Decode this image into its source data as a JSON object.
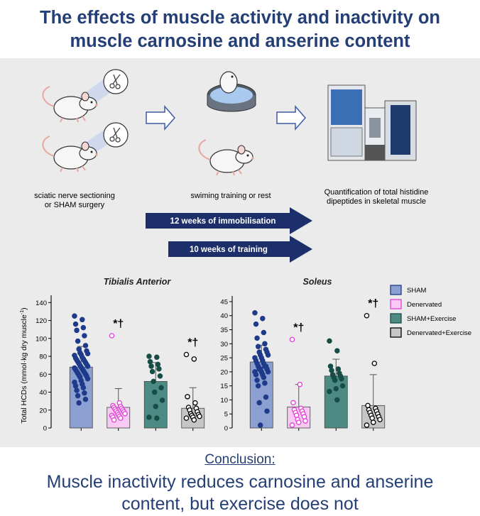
{
  "title": {
    "line1": "The effects of muscle activity and inactivity on",
    "line2": "muscle carnosine and anserine content"
  },
  "workflow": {
    "step1_line1": "sciatic nerve sectioning",
    "step1_line2": "or SHAM surgery",
    "step2": "swiming training or rest",
    "step3_line1": "Quantification of total histidine",
    "step3_line2": "dipeptides in skeletal muscle",
    "arrow1": "12 weeks of immobilisation",
    "arrow2": "10 weeks of training",
    "icons": [
      "rat-icon",
      "scissors-icon",
      "swimming-rat-icon",
      "chromatography-instrument-icon",
      "arrow-right-icon"
    ]
  },
  "legend": {
    "items": [
      {
        "label": "SHAM",
        "fill": "#8b9fd0",
        "stroke": "#1f3a8a"
      },
      {
        "label": "Denervated",
        "fill": "#f7c9f3",
        "stroke": "#e23fd6"
      },
      {
        "label": "SHAM+Exercise",
        "fill": "#4d8a84",
        "stroke": "#174d47"
      },
      {
        "label": "Denervated+Exercise",
        "fill": "#c6c6c6",
        "stroke": "#000000"
      }
    ]
  },
  "ylabel_main": "Total HCDs (mmol·kg dry muscle",
  "ylabel_sup": "-1",
  "ylabel_end": ")",
  "chart_data": [
    {
      "type": "bar",
      "title": "Tibialis Anterior",
      "ylim": [
        0,
        145
      ],
      "yticks": [
        "0",
        "20",
        "40",
        "60",
        "80",
        "100",
        "120",
        "140"
      ],
      "categories": [
        "SHAM",
        "Denervated",
        "SHAM+Exercise",
        "Denervated+Exercise"
      ],
      "values": [
        68,
        23,
        52,
        22
      ],
      "error": [
        23,
        21,
        21,
        23
      ],
      "annotations": [
        "",
        "*†",
        "",
        "*†"
      ],
      "points": [
        [
          125,
          121,
          116,
          112,
          109,
          103,
          97,
          92,
          88,
          86,
          84,
          83,
          82,
          81,
          79,
          78,
          77,
          76,
          75,
          74,
          73,
          72,
          71,
          70,
          69,
          68,
          67,
          66,
          65,
          64,
          63,
          62,
          61,
          60,
          59,
          58,
          57,
          55,
          53,
          51,
          49,
          47,
          45,
          42,
          39,
          36,
          32,
          28
        ],
        [
          103,
          28,
          25,
          24,
          23,
          22,
          21,
          20,
          19,
          18,
          17,
          16,
          15,
          14,
          13,
          12,
          11,
          9
        ],
        [
          80,
          79,
          74,
          71,
          69,
          66,
          63,
          58,
          52,
          45,
          40,
          31,
          24,
          12,
          11
        ],
        [
          82,
          77,
          35,
          28,
          23,
          22,
          20,
          18,
          16,
          15,
          14,
          13,
          12,
          11,
          9
        ]
      ]
    },
    {
      "type": "bar",
      "title": "Soleus",
      "ylim": [
        0,
        46
      ],
      "yticks": [
        "0",
        "5",
        "10",
        "15",
        "20",
        "25",
        "30",
        "35",
        "40",
        "45"
      ],
      "categories": [
        "SHAM",
        "Denervated",
        "SHAM+Exercise",
        "Denervated+Exercise"
      ],
      "values": [
        23.5,
        7.5,
        18.5,
        8
      ],
      "error": [
        6,
        8,
        6,
        11
      ],
      "annotations": [
        "",
        "*†",
        "",
        "*†"
      ],
      "points": [
        [
          41,
          39,
          37,
          34,
          32,
          30,
          29,
          28,
          27,
          27,
          26,
          26,
          25,
          25,
          24,
          24,
          23,
          23,
          22,
          22,
          22,
          21,
          21,
          21,
          20,
          20,
          20,
          19,
          19,
          18,
          17,
          16,
          15,
          11,
          9,
          6,
          1
        ],
        [
          31.5,
          15.5,
          9,
          7,
          6.5,
          6,
          5.5,
          5,
          4.5,
          4,
          3,
          2.5,
          2,
          1
        ],
        [
          31,
          27.5,
          22,
          21,
          20.5,
          19.5,
          19,
          18.5,
          18,
          17.5,
          17,
          15,
          14,
          13,
          10
        ],
        [
          40,
          23,
          8,
          7,
          6.5,
          6,
          5.5,
          5,
          4.5,
          4,
          3.5,
          3,
          2,
          1
        ]
      ]
    }
  ],
  "conclusion": {
    "heading": "Conclusion:",
    "line1": "Muscle inactivity reduces carnosine and anserine",
    "line2": "content, but exercise does not"
  }
}
